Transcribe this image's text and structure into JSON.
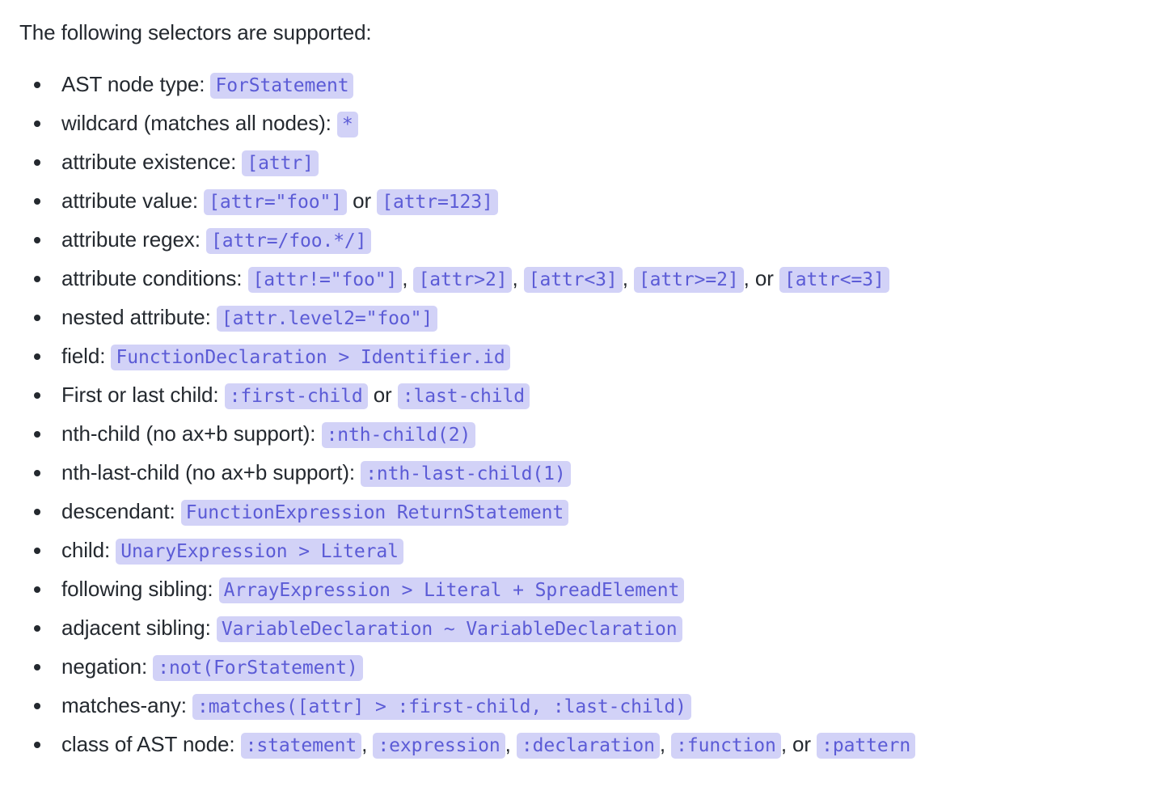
{
  "intro": "The following selectors are supported:",
  "colors": {
    "code_text": "#5b5bd6",
    "code_background": "#d2d2f7",
    "body_text": "#24292f",
    "page_background": "#ffffff"
  },
  "items": [
    {
      "label": "AST node type: ",
      "parts": [
        {
          "kind": "code",
          "text": "ForStatement"
        }
      ]
    },
    {
      "label": "wildcard (matches all nodes): ",
      "parts": [
        {
          "kind": "code",
          "text": "*"
        }
      ]
    },
    {
      "label": "attribute existence: ",
      "parts": [
        {
          "kind": "code",
          "text": "[attr]"
        }
      ]
    },
    {
      "label": "attribute value: ",
      "parts": [
        {
          "kind": "code",
          "text": "[attr=\"foo\"]"
        },
        {
          "kind": "text",
          "text": " or "
        },
        {
          "kind": "code",
          "text": "[attr=123]"
        }
      ]
    },
    {
      "label": "attribute regex: ",
      "parts": [
        {
          "kind": "code",
          "text": "[attr=/foo.*/]"
        }
      ]
    },
    {
      "label": "attribute conditions: ",
      "parts": [
        {
          "kind": "code",
          "text": "[attr!=\"foo\"]"
        },
        {
          "kind": "text",
          "text": ", "
        },
        {
          "kind": "code",
          "text": "[attr>2]"
        },
        {
          "kind": "text",
          "text": ", "
        },
        {
          "kind": "code",
          "text": "[attr<3]"
        },
        {
          "kind": "text",
          "text": ", "
        },
        {
          "kind": "code",
          "text": "[attr>=2]"
        },
        {
          "kind": "text",
          "text": ", or "
        },
        {
          "kind": "code",
          "text": "[attr<=3]"
        }
      ]
    },
    {
      "label": "nested attribute: ",
      "parts": [
        {
          "kind": "code",
          "text": "[attr.level2=\"foo\"]"
        }
      ]
    },
    {
      "label": "field: ",
      "parts": [
        {
          "kind": "code",
          "text": "FunctionDeclaration > Identifier.id"
        }
      ]
    },
    {
      "label": "First or last child: ",
      "parts": [
        {
          "kind": "code",
          "text": ":first-child"
        },
        {
          "kind": "text",
          "text": " or "
        },
        {
          "kind": "code",
          "text": ":last-child"
        }
      ]
    },
    {
      "label": "nth-child (no ax+b support): ",
      "parts": [
        {
          "kind": "code",
          "text": ":nth-child(2)"
        }
      ]
    },
    {
      "label": "nth-last-child (no ax+b support): ",
      "parts": [
        {
          "kind": "code",
          "text": ":nth-last-child(1)"
        }
      ]
    },
    {
      "label": "descendant: ",
      "parts": [
        {
          "kind": "code",
          "text": "FunctionExpression ReturnStatement"
        }
      ]
    },
    {
      "label": "child: ",
      "parts": [
        {
          "kind": "code",
          "text": "UnaryExpression > Literal"
        }
      ]
    },
    {
      "label": "following sibling: ",
      "parts": [
        {
          "kind": "code",
          "text": "ArrayExpression > Literal + SpreadElement"
        }
      ]
    },
    {
      "label": "adjacent sibling: ",
      "parts": [
        {
          "kind": "code",
          "text": "VariableDeclaration ~ VariableDeclaration"
        }
      ]
    },
    {
      "label": "negation: ",
      "parts": [
        {
          "kind": "code",
          "text": ":not(ForStatement)"
        }
      ]
    },
    {
      "label": "matches-any: ",
      "parts": [
        {
          "kind": "code",
          "text": ":matches([attr] > :first-child, :last-child)"
        }
      ]
    },
    {
      "label": "class of AST node: ",
      "parts": [
        {
          "kind": "code",
          "text": ":statement"
        },
        {
          "kind": "text",
          "text": ", "
        },
        {
          "kind": "code",
          "text": ":expression"
        },
        {
          "kind": "text",
          "text": ", "
        },
        {
          "kind": "code",
          "text": ":declaration"
        },
        {
          "kind": "text",
          "text": ", "
        },
        {
          "kind": "code",
          "text": ":function"
        },
        {
          "kind": "text",
          "text": ", or "
        },
        {
          "kind": "code",
          "text": ":pattern"
        }
      ]
    }
  ]
}
